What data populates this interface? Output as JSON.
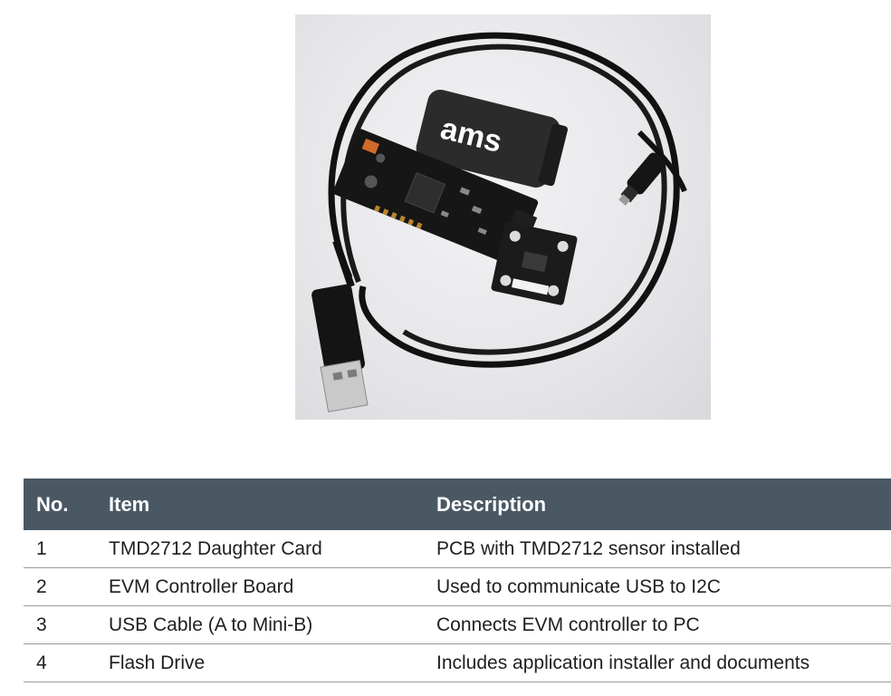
{
  "photo": {
    "logo_text": "ams"
  },
  "table": {
    "headers": [
      "No.",
      "Item",
      "Description"
    ],
    "rows": [
      {
        "no": "1",
        "item": "TMD2712 Daughter Card",
        "description": "PCB with TMD2712 sensor installed"
      },
      {
        "no": "2",
        "item": "EVM Controller Board",
        "description": "Used to communicate USB to I2C"
      },
      {
        "no": "3",
        "item": "USB Cable (A to Mini-B)",
        "description": "Connects EVM controller to PC"
      },
      {
        "no": "4",
        "item": "Flash Drive",
        "description": "Includes application installer and documents"
      }
    ]
  }
}
